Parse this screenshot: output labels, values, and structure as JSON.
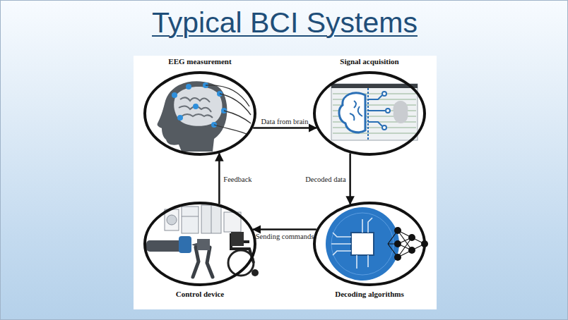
{
  "diagram": {
    "title": "Typical BCI Systems",
    "nodes": [
      {
        "text": [
          "EEG measurement"
        ]
      },
      {
        "text": [
          "Signal acquisition"
        ]
      },
      {
        "text": [
          "Control device"
        ]
      },
      {
        "text": [
          "Decoding algorithms"
        ]
      }
    ],
    "edges": [
      {
        "from": 0,
        "to": 1,
        "label": "Data from brain",
        "arrow": "to"
      },
      {
        "from": 1,
        "to": 3,
        "label": "Decoded data",
        "arrow": "to"
      },
      {
        "from": 3,
        "to": 2,
        "label": "Sending commands",
        "arrow": "to"
      },
      {
        "from": 2,
        "to": 0,
        "label": "Feedback",
        "arrow": "to"
      }
    ]
  }
}
